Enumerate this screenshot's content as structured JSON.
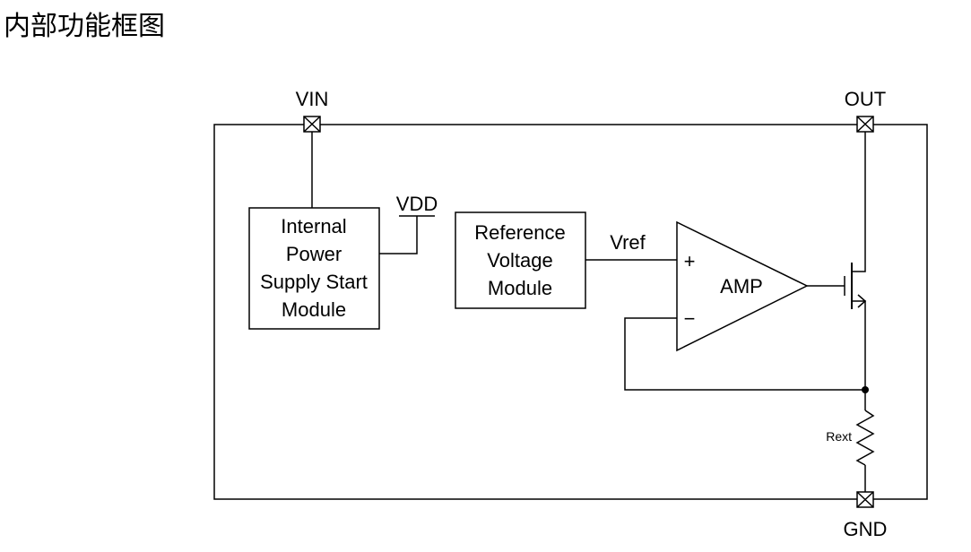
{
  "heading": "内部功能框图",
  "pins": {
    "vin": "VIN",
    "out": "OUT",
    "gnd": "GND"
  },
  "vdd_label": "VDD",
  "vref_label": "Vref",
  "power_module": {
    "lines": [
      "Internal",
      "Power",
      "Supply Start",
      "Module"
    ]
  },
  "reference_module": {
    "lines": [
      "Reference",
      "Voltage",
      "Module"
    ]
  },
  "amplifier": {
    "label": "AMP",
    "plus": "+",
    "minus": "−"
  },
  "resistor_label": "Rext"
}
